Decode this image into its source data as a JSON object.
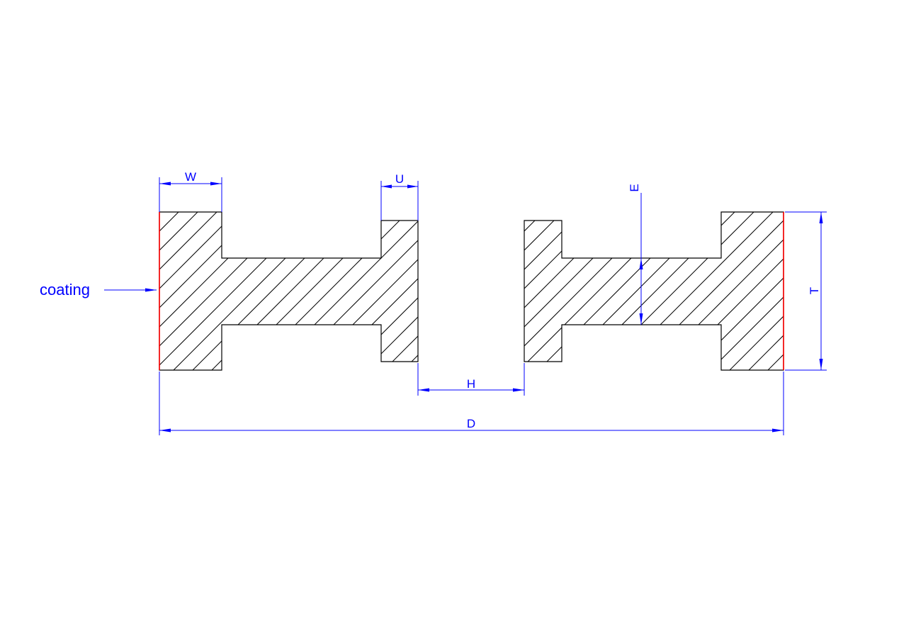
{
  "diagram": {
    "labels": {
      "W": "W",
      "U": "U",
      "E": "E",
      "T": "T",
      "H": "H",
      "D": "D",
      "coating": "coating"
    },
    "colors": {
      "outline": "#000000",
      "hatch": "#000000",
      "dimension": "#0000ff",
      "coating": "#ff0000",
      "background": "#ffffff"
    }
  }
}
